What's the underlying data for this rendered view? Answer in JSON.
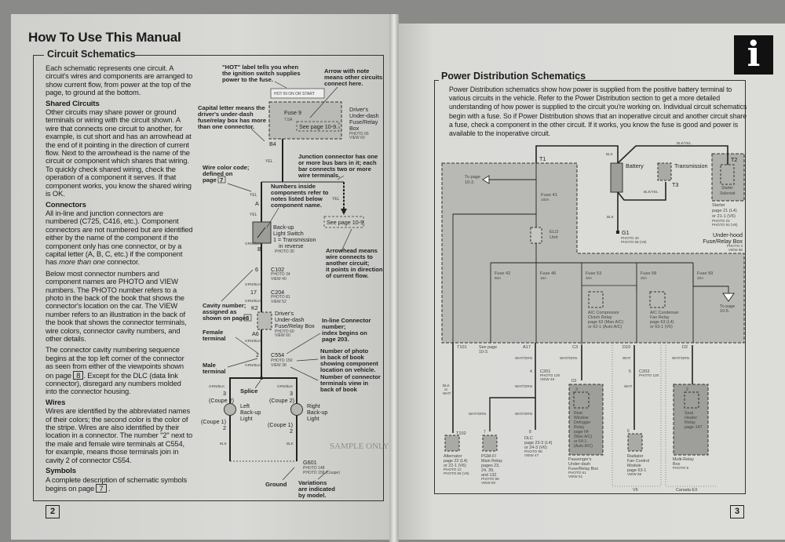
{
  "left_page": {
    "title": "How To Use This Manual",
    "section": "Circuit Schematics",
    "intro": "Each schematic represents one circuit. A circuit's wires and components are arranged to show current flow, from power at the top of the page, to ground at the bottom.",
    "shared_heading": "Shared Circuits",
    "shared_text": "Other circuits may share power or ground terminals or wiring with the circuit shown. A wire that connects one circuit to another, for example, is cut short and has an arrowhead at the end of it pointing in the direction of current flow. Next to the arrowhead is the name of the circuit or component which shares that wiring. To quickly check shared wiring, check the operation of a component it serves. If that component works, you know the shared wiring is OK.",
    "connectors_heading": "Connectors",
    "connectors_text_a": "All in-line and junction connectors are numbered (C725, C416, etc.). Component connectors are not numbered but are identified either by the name of the component if the component only has one connector, or by a capital letter (A, B, C, etc.) if the component has ",
    "connectors_text_em": "more than one",
    "connectors_text_b": " connector.",
    "photo_text": "Below most connector numbers and component names are PHOTO and VIEW numbers. The PHOTO number refers to a photo in the back of the book that shows the connector's location on the car. The VIEW number refers to an illustration in the back of the book that shows the connector terminals, wire colors, connector cavity numbers, and other details.",
    "cavity_text_a": "The connector cavity numbering sequence begins at the top left corner of the connector as seen from either of the viewpoints shown on page ",
    "cavity_page": "8",
    "cavity_text_b": ". Except for the DLC (data link connector), disregard any numbers molded into the connector housing.",
    "wires_heading": "Wires",
    "wires_text": "Wires are identified by the abbreviated names of their colors; the second color is the color of the stripe. Wires are also identified by their location in a connector. The number \"2\" next to the male and female wire terminals at C554, for example, means those terminals join in cavity 2 of connector C554.",
    "symbols_heading": "Symbols",
    "symbols_text": "A complete description of schematic symbols begins on page ",
    "symbols_page": "7",
    "page_number": "2",
    "diagram": {
      "hot_note": [
        "\"HOT\" label tells you when",
        "the ignition switch supplies",
        "power to the fuse."
      ],
      "arrow_note": [
        "Arrow with note",
        "means other circuits",
        "connect here."
      ],
      "hot_label": "HOT IN ON OR START",
      "fuse": "Fuse 9",
      "fuse_rating": "7.5A",
      "see_page_1": "See page 10-9.",
      "box_name": [
        "Driver's",
        "Under-dash",
        "Fuse/Relay",
        "Box"
      ],
      "box_photo": "PHOTO 65",
      "box_view": "VIEW 60",
      "capital_note": [
        "Capital letter means the",
        "driver's under-dash",
        "fuse/relay box has more",
        "than one connector."
      ],
      "b4": "B4",
      "junction_note": [
        "Junction connector has one",
        "or more bus bars in it; each",
        "bar connects two or more",
        "wire terminals."
      ],
      "wire_color_note": [
        "Wire color code;",
        "defined on",
        "page"
      ],
      "wire_color_page": "7",
      "numbers_note": [
        "Numbers inside",
        "components refer to",
        "notes listed below",
        "component name."
      ],
      "yel": "YEL",
      "a": "A",
      "see_page_2": "See page 10-9.",
      "switch_name": [
        "Back-up",
        "Light Switch",
        "1 = Transmission",
        "in reverse"
      ],
      "switch_photo": "PHOTO 30",
      "grn_blk": "GRN/BLK",
      "b": "B",
      "arrowhead_note": [
        "Arrowhead means",
        "wire connects to",
        "another circuit;",
        "it points in direction",
        "of current flow."
      ],
      "c102": "C102",
      "c102_cav": "6",
      "c102_photo": "PHOTO 34",
      "c102_view": "VIEW 40",
      "c204": "C204",
      "c204_cav": "17",
      "c204_photo": "PHOTO 81",
      "c204_view": "VIEW 52",
      "k2": "K2",
      "cavity_note": [
        "Cavity number;",
        "assigned as",
        "shown on page"
      ],
      "cavity_note_page": "8",
      "box2_name": [
        "Driver's",
        "Under-dash",
        "Fuse/Relay Box"
      ],
      "box2_photo": "PHOTO 60",
      "box2_view": "VIEW 60",
      "a6": "A6",
      "inline_note": [
        "In-line Connector",
        "number;",
        "index begins on",
        "page 203."
      ],
      "female_note": [
        "Female",
        "terminal"
      ],
      "c554": "C554",
      "c554_cav": "2",
      "c554_photo": "PHOTO 150",
      "c554_view": "VIEW 38",
      "photo_note": [
        "Number of photo",
        "in back of book",
        "showing component",
        "location on vehicle."
      ],
      "male_note": [
        "Male",
        "terminal"
      ],
      "view_note": [
        "Number of connector",
        "terminals view in",
        "back of book"
      ],
      "splice": "Splice",
      "coupe2": "(Coupe 2)",
      "coupe1": "(Coupe 1)",
      "pin3": "3",
      "pin2": "2",
      "left_light": [
        "Left",
        "Back-up",
        "Light"
      ],
      "right_light": [
        "Right",
        "Back-up",
        "Light"
      ],
      "blk": "BLK",
      "g601": "G601",
      "g601_photo1": "PHOTO 148",
      "g601_photo2": "PHOTO 158 (Coupe)",
      "ground": "Ground",
      "variations": [
        "Variations",
        "are indicated",
        "by model."
      ],
      "watermark": "SAMPLE ONLY"
    }
  },
  "right_page": {
    "section": "Power Distribution Schematics",
    "text": "Power Distribution schematics show how power is supplied from the positive battery terminal to various circuits in the vehicle. Refer to the Power Distribution section to get a more detailed understanding of how power is supplied to the circuit you're working on. Individual circuit schematics begin with a fuse. So if Power Distribution shows that an inoperative circuit and another circuit share a fuse, check a component in the other circuit. If it works, you know the fuse is good and power is available to the inoperative circuit.",
    "info_icon": "i",
    "page_number": "3",
    "diagram": {
      "blk_yel": "BLK/YEL",
      "blk": "BLK",
      "t1": "T1",
      "t2": "T2",
      "t3": "T3",
      "battery": "Battery",
      "transmission": "Transmission",
      "starter_solenoid": [
        "Starter",
        "Solenoid"
      ],
      "starter": [
        "Starter",
        "page 21 (L4)",
        "or 21-1 (V6)"
      ],
      "starter_photo": [
        "PHOTO 22",
        "PHOTO 92 (V6)"
      ],
      "g1": "G1",
      "g1_photo": [
        "PHOTO 40",
        "PHOTO 58 (V6)"
      ],
      "to_page_2": [
        "To page",
        "10-2."
      ],
      "fuse41": "Fuse 41",
      "fuse41_rating": "100A",
      "eld": [
        "ELD",
        "Unit"
      ],
      "underhood": [
        "Under-hood",
        "Fuse/Relay Box"
      ],
      "underhood_photo": "PHOTO 3",
      "underhood_view": "VIEW 68",
      "fuses": [
        {
          "label": "Fuse 42",
          "rating": "50A"
        },
        {
          "label": "Fuse 46",
          "rating": "15A"
        },
        {
          "label": "Fuse 53",
          "rating": "40A"
        },
        {
          "label": "Fuse 58",
          "rating": "20A"
        },
        {
          "label": "Fuse 59",
          "rating": "20A"
        }
      ],
      "ac_clutch": [
        "A/C Compressor",
        "Clutch Relay",
        "page 62 (Man A/C)",
        "or 62-1 (Auto A/C)"
      ],
      "ac_fan": [
        "A/C Condenser",
        "Fan Relay",
        "page 63 (L4)",
        "or 63-1 (V6)"
      ],
      "to_page_5": [
        "To page",
        "10-5."
      ],
      "t101": "T101",
      "see_page_3": [
        "See page",
        "10-3."
      ],
      "a17": "A17",
      "c3": "C3",
      "d10": "D10",
      "d2": "D2",
      "blk_or_wht": [
        "BLK",
        "or",
        "WHT"
      ],
      "wht_grn": "WHT/GRN",
      "wht": "WHT",
      "c201": "C201",
      "c201_cav": "4",
      "c201_photo": "PHOTO 120",
      "c201_view": "VIEW 46",
      "c203": "C203",
      "c203_cav": "5",
      "c203_photo": "PHOTO 120",
      "t102": "T102",
      "alternator": [
        "Alternator",
        "page 22 (L4)",
        "or 22-1 (V6)"
      ],
      "alternator_photo": [
        "PHOTO 12",
        "PHOTO 65 (V6)"
      ],
      "pgm_pin": "7",
      "pgmfi": [
        "PGM-FI",
        "Main Relay",
        "pages 23,",
        "24, 39,",
        "and 132"
      ],
      "pgmfi_photo": [
        "PHOTO 99",
        "VIEW 60"
      ],
      "dlc_pin": "8",
      "dlc": [
        "DLC",
        "page 23-3 (L4)",
        "or 24-3 (V6)"
      ],
      "dlc_photo": [
        "PHOTO 98",
        "VIEW 47"
      ],
      "defog_pin": "3",
      "defogger": [
        "Rear",
        "Window",
        "Defogger",
        "Relay",
        "page 64",
        "(Man A/C)",
        "or 64-1",
        "(Auto A/C)"
      ],
      "passenger_box": [
        "Passenger's",
        "Under-dash",
        "Fuse/Relay Box"
      ],
      "passenger_photo": [
        "PHOTO 61",
        "VIEW 61"
      ],
      "rad_pin": "6",
      "radiator": [
        "Radiator",
        "Fan Control",
        "Module",
        "page 63-1"
      ],
      "radiator_view": "VIEW 86",
      "seat_pin": "2",
      "seat_heater": [
        "Seat",
        "Heater",
        "Relay",
        "page 147"
      ],
      "multi_relay": [
        "Multi-Relay",
        "Box"
      ],
      "multi_relay_photo": "PHOTO 9",
      "v6": "V6",
      "canada_ex": "Canada EX"
    }
  }
}
